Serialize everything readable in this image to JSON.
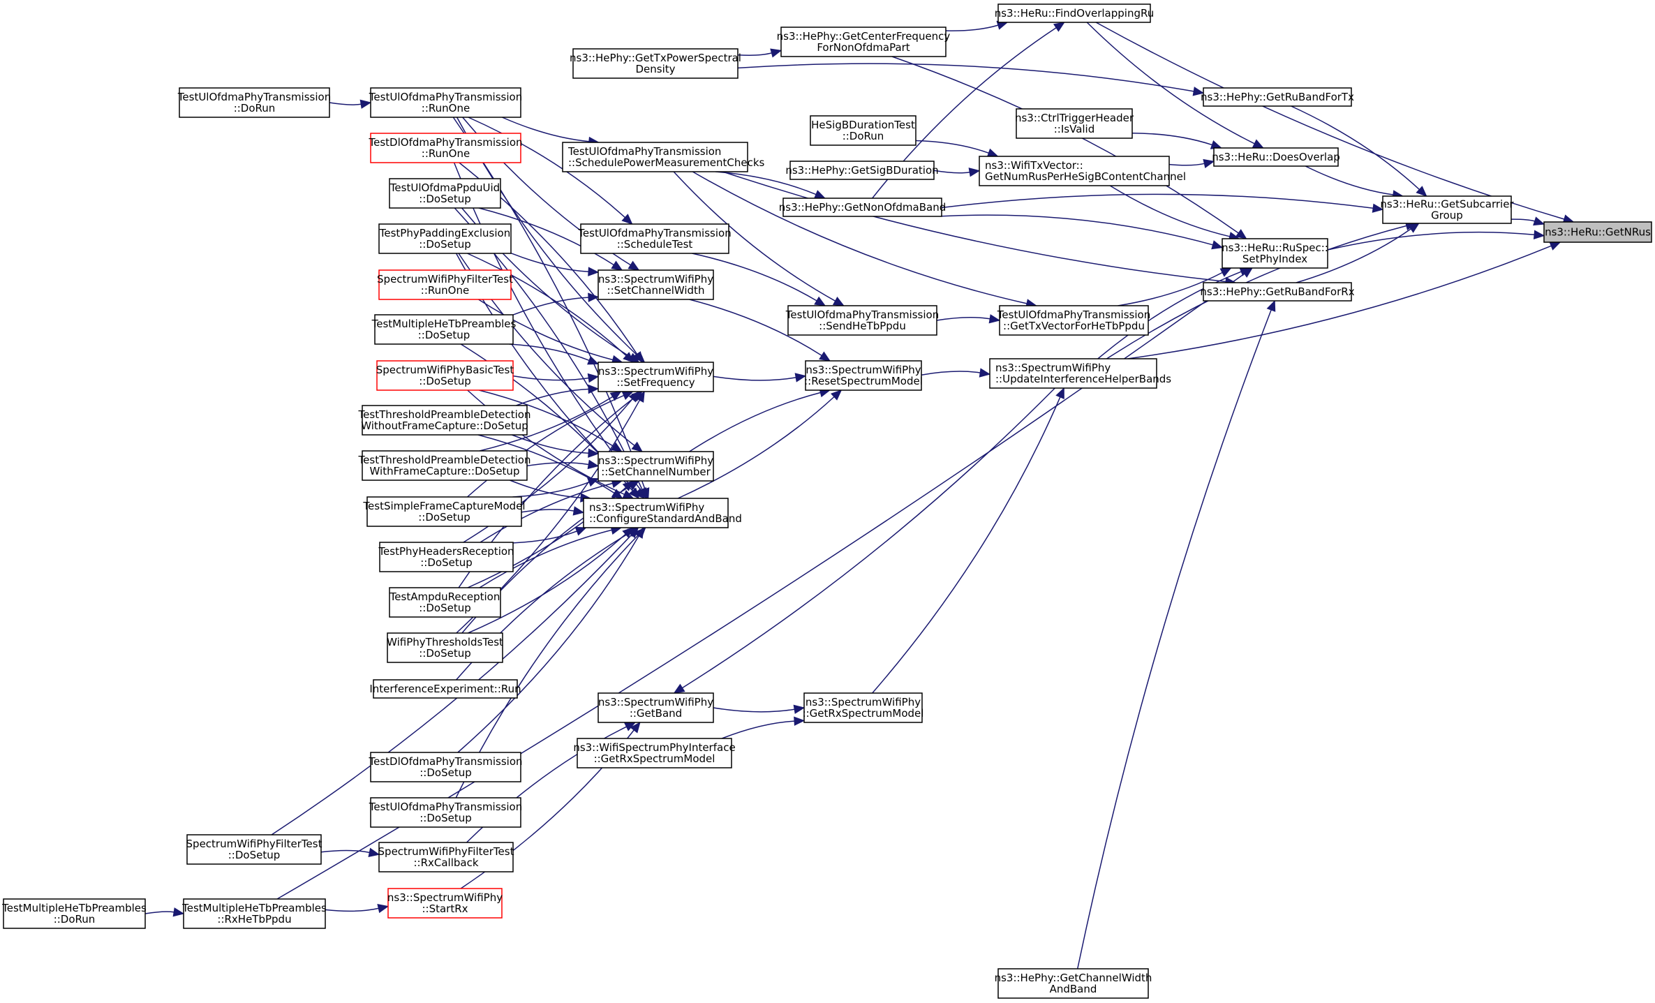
{
  "title": "Caller graph of ns3::HeRu::GetNRus",
  "colors": {
    "edge": "#191970",
    "root_fill": "#bfbfbf",
    "node_border": "#000000",
    "undocumented_border": "#ff0000"
  },
  "nodes": [
    {
      "id": "getnrus",
      "lines": [
        "ns3::HeRu::GetNRus"
      ],
      "style": "root"
    },
    {
      "id": "getsubcarriergroup",
      "lines": [
        "ns3::HeRu::GetSubcarrier",
        "Group"
      ],
      "style": "normal"
    },
    {
      "id": "findoverlappingru",
      "lines": [
        "ns3::HeRu::FindOverlappingRu"
      ],
      "style": "normal"
    },
    {
      "id": "getcenterfreq",
      "lines": [
        "ns3::HePhy::GetCenterFrequency",
        "ForNonOfdmaPart"
      ],
      "style": "normal"
    },
    {
      "id": "gettxpsd",
      "lines": [
        "ns3::HePhy::GetTxPowerSpectral",
        "Density"
      ],
      "style": "normal"
    },
    {
      "id": "getrubandfortx",
      "lines": [
        "ns3::HePhy::GetRuBandForTx"
      ],
      "style": "normal"
    },
    {
      "id": "ctrltrigger",
      "lines": [
        "ns3::CtrlTriggerHeader",
        "::IsValid"
      ],
      "style": "normal"
    },
    {
      "id": "doesoverlap",
      "lines": [
        "ns3::HeRu::DoesOverlap"
      ],
      "style": "normal"
    },
    {
      "id": "hesigbtest",
      "lines": [
        "HeSigBDurationTest",
        "::DoRun"
      ],
      "style": "normal"
    },
    {
      "id": "getsigbduration",
      "lines": [
        "ns3::HePhy::GetSigBDuration"
      ],
      "style": "normal"
    },
    {
      "id": "getnumrus",
      "lines": [
        "ns3::WifiTxVector::",
        "GetNumRusPerHeSigBContentChannel"
      ],
      "style": "normal",
      "align": "left"
    },
    {
      "id": "getnonofdmaband",
      "lines": [
        "ns3::HePhy::GetNonOfdmaBand"
      ],
      "style": "normal"
    },
    {
      "id": "setphyindex",
      "lines": [
        "ns3::HeRu::RuSpec::",
        "SetPhyIndex"
      ],
      "style": "normal"
    },
    {
      "id": "getrubandforrx",
      "lines": [
        "ns3::HePhy::GetRuBandForRx"
      ],
      "style": "normal"
    },
    {
      "id": "scheduletest",
      "lines": [
        "TestUlOfdmaPhyTransmission",
        "::ScheduleTest"
      ],
      "style": "normal"
    },
    {
      "id": "schedpower",
      "lines": [
        "TestUlOfdmaPhyTransmission",
        "::SchedulePowerMeasurementChecks"
      ],
      "style": "normal",
      "align": "left"
    },
    {
      "id": "sendhetbppdu",
      "lines": [
        "TestUlOfdmaPhyTransmission",
        "::SendHeTbPpdu"
      ],
      "style": "normal"
    },
    {
      "id": "gettxvector",
      "lines": [
        "TestUlOfdmaPhyTransmission",
        "::GetTxVectorForHeTbPpdu"
      ],
      "style": "normal"
    },
    {
      "id": "resetspectrum",
      "lines": [
        "ns3::SpectrumWifiPhy",
        "::ResetSpectrumModel"
      ],
      "style": "normal"
    },
    {
      "id": "updateinterference",
      "lines": [
        "ns3::SpectrumWifiPhy",
        "::UpdateInterferenceHelperBands"
      ],
      "style": "normal",
      "align": "left"
    },
    {
      "id": "setchannelwidth",
      "lines": [
        "ns3::SpectrumWifiPhy",
        "::SetChannelWidth"
      ],
      "style": "normal"
    },
    {
      "id": "setfrequency",
      "lines": [
        "ns3::SpectrumWifiPhy",
        "::SetFrequency"
      ],
      "style": "normal"
    },
    {
      "id": "setchannelnumber",
      "lines": [
        "ns3::SpectrumWifiPhy",
        "::SetChannelNumber"
      ],
      "style": "normal"
    },
    {
      "id": "configstdband",
      "lines": [
        "ns3::SpectrumWifiPhy",
        "::ConfigureStandardAndBand"
      ],
      "style": "normal",
      "align": "left"
    },
    {
      "id": "getband",
      "lines": [
        "ns3::SpectrumWifiPhy",
        "::GetBand"
      ],
      "style": "normal"
    },
    {
      "id": "getrxspectrum",
      "lines": [
        "ns3::SpectrumWifiPhy",
        "::GetRxSpectrumModel"
      ],
      "style": "normal"
    },
    {
      "id": "wsphyif",
      "lines": [
        "ns3::WifiSpectrumPhyInterface",
        "::GetRxSpectrumModel"
      ],
      "style": "normal"
    },
    {
      "id": "ul_dorun",
      "lines": [
        "TestUlOfdmaPhyTransmission",
        "::DoRun"
      ],
      "style": "normal"
    },
    {
      "id": "ul_runone",
      "lines": [
        "TestUlOfdmaPhyTransmission",
        "::RunOne"
      ],
      "style": "normal"
    },
    {
      "id": "dl_runone",
      "lines": [
        "TestDlOfdmaPhyTransmission",
        "::RunOne"
      ],
      "style": "red"
    },
    {
      "id": "ppduuid",
      "lines": [
        "TestUlOfdmaPpduUid",
        "::DoSetup"
      ],
      "style": "normal"
    },
    {
      "id": "padding",
      "lines": [
        "TestPhyPaddingExclusion",
        "::DoSetup"
      ],
      "style": "normal"
    },
    {
      "id": "filter_runone",
      "lines": [
        "SpectrumWifiPhyFilterTest",
        "::RunOne"
      ],
      "style": "red"
    },
    {
      "id": "multihetb_setup",
      "lines": [
        "TestMultipleHeTbPreambles",
        "::DoSetup"
      ],
      "style": "normal"
    },
    {
      "id": "basictest",
      "lines": [
        "SpectrumWifiPhyBasicTest",
        "::DoSetup"
      ],
      "style": "red"
    },
    {
      "id": "without_fc",
      "lines": [
        "TestThresholdPreambleDetection",
        "WithoutFrameCapture::DoSetup"
      ],
      "style": "normal"
    },
    {
      "id": "with_fc",
      "lines": [
        "TestThresholdPreambleDetection",
        "WithFrameCapture::DoSetup"
      ],
      "style": "normal"
    },
    {
      "id": "simplefc",
      "lines": [
        "TestSimpleFrameCaptureModel",
        "::DoSetup"
      ],
      "style": "normal"
    },
    {
      "id": "headers",
      "lines": [
        "TestPhyHeadersReception",
        "::DoSetup"
      ],
      "style": "normal"
    },
    {
      "id": "ampdu",
      "lines": [
        "TestAmpduReception",
        "::DoSetup"
      ],
      "style": "normal"
    },
    {
      "id": "thresholds",
      "lines": [
        "WifiPhyThresholdsTest",
        "::DoSetup"
      ],
      "style": "normal"
    },
    {
      "id": "interference",
      "lines": [
        "InterferenceExperiment::Run"
      ],
      "style": "normal"
    },
    {
      "id": "dl_dosetup",
      "lines": [
        "TestDlOfdmaPhyTransmission",
        "::DoSetup"
      ],
      "style": "normal"
    },
    {
      "id": "ul_dosetup",
      "lines": [
        "TestUlOfdmaPhyTransmission",
        "::DoSetup"
      ],
      "style": "normal"
    },
    {
      "id": "filter_dosetup",
      "lines": [
        "SpectrumWifiPhyFilterTest",
        "::DoSetup"
      ],
      "style": "normal"
    },
    {
      "id": "rxcallback",
      "lines": [
        "SpectrumWifiPhyFilterTest",
        "::RxCallback"
      ],
      "style": "normal"
    },
    {
      "id": "startrx",
      "lines": [
        "ns3::SpectrumWifiPhy",
        "::StartRx"
      ],
      "style": "red"
    },
    {
      "id": "multihetb_dorun",
      "lines": [
        "TestMultipleHeTbPreambles",
        "::DoRun"
      ],
      "style": "normal"
    },
    {
      "id": "rxhetbppdu",
      "lines": [
        "TestMultipleHeTbPreambles",
        "::RxHeTbPpdu"
      ],
      "style": "normal"
    },
    {
      "id": "getchwidthband",
      "lines": [
        "ns3::HePhy::GetChannelWidth",
        "AndBand"
      ],
      "style": "normal"
    }
  ],
  "edges": [
    [
      "getsubcarriergroup",
      "getnrus"
    ],
    [
      "findoverlappingru",
      "getnrus"
    ],
    [
      "setphyindex",
      "getnrus"
    ],
    [
      "updateinterference",
      "getnrus"
    ],
    [
      "getrubandfortx",
      "getsubcarriergroup"
    ],
    [
      "doesoverlap",
      "getsubcarriergroup"
    ],
    [
      "getnonofdmaband",
      "getsubcarriergroup"
    ],
    [
      "getrubandforrx",
      "getsubcarriergroup"
    ],
    [
      "updateinterference",
      "getsubcarriergroup"
    ],
    [
      "getcenterfreq",
      "findoverlappingru"
    ],
    [
      "getnonofdmaband",
      "findoverlappingru"
    ],
    [
      "gettxpsd",
      "getcenterfreq"
    ],
    [
      "gettxpsd",
      "getrubandfortx"
    ],
    [
      "findoverlappingru",
      "doesoverlap"
    ],
    [
      "ctrltrigger",
      "doesoverlap"
    ],
    [
      "getnumrus",
      "doesoverlap"
    ],
    [
      "hesigbtest",
      "getnumrus"
    ],
    [
      "getsigbduration",
      "getnumrus"
    ],
    [
      "getcenterfreq",
      "setphyindex"
    ],
    [
      "getnumrus",
      "setphyindex"
    ],
    [
      "getnonofdmaband",
      "setphyindex"
    ],
    [
      "gettxvector",
      "setphyindex"
    ],
    [
      "updateinterference",
      "setphyindex"
    ],
    [
      "rxhetbppdu",
      "setphyindex"
    ],
    [
      "schedpower",
      "getnonofdmaband"
    ],
    [
      "schedpower",
      "getrubandforrx"
    ],
    [
      "getchwidthband",
      "getrubandforrx"
    ],
    [
      "ul_runone",
      "schedpower"
    ],
    [
      "ul_runone",
      "scheduletest"
    ],
    [
      "ul_dorun",
      "ul_runone"
    ],
    [
      "scheduletest",
      "sendhetbppdu"
    ],
    [
      "schedpower",
      "sendhetbppdu"
    ],
    [
      "sendhetbppdu",
      "gettxvector"
    ],
    [
      "schedpower",
      "gettxvector"
    ],
    [
      "resetspectrum",
      "updateinterference"
    ],
    [
      "getrxspectrum",
      "updateinterference"
    ],
    [
      "setchannelwidth",
      "resetspectrum"
    ],
    [
      "setfrequency",
      "resetspectrum"
    ],
    [
      "setchannelnumber",
      "resetspectrum"
    ],
    [
      "configstdband",
      "resetspectrum"
    ],
    [
      "updateinterference",
      "getband"
    ],
    [
      "getband",
      "getrxspectrum"
    ],
    [
      "wsphyif",
      "getrxspectrum"
    ],
    [
      "ul_runone",
      "setchannelwidth"
    ],
    [
      "ppduuid",
      "setchannelwidth"
    ],
    [
      "padding",
      "setchannelwidth"
    ],
    [
      "multihetb_setup",
      "setchannelwidth"
    ],
    [
      "ul_runone",
      "setfrequency"
    ],
    [
      "dl_runone",
      "setfrequency"
    ],
    [
      "ppduuid",
      "setfrequency"
    ],
    [
      "padding",
      "setfrequency"
    ],
    [
      "filter_runone",
      "setfrequency"
    ],
    [
      "multihetb_setup",
      "setfrequency"
    ],
    [
      "basictest",
      "setfrequency"
    ],
    [
      "without_fc",
      "setfrequency"
    ],
    [
      "with_fc",
      "setfrequency"
    ],
    [
      "simplefc",
      "setfrequency"
    ],
    [
      "headers",
      "setfrequency"
    ],
    [
      "ampdu",
      "setfrequency"
    ],
    [
      "thresholds",
      "setfrequency"
    ],
    [
      "basictest",
      "setchannelnumber"
    ],
    [
      "without_fc",
      "setchannelnumber"
    ],
    [
      "with_fc",
      "setchannelnumber"
    ],
    [
      "simplefc",
      "setchannelnumber"
    ],
    [
      "headers",
      "setchannelnumber"
    ],
    [
      "ampdu",
      "setchannelnumber"
    ],
    [
      "thresholds",
      "setchannelnumber"
    ],
    [
      "padding",
      "setchannelnumber"
    ],
    [
      "ul_runone",
      "configstdband"
    ],
    [
      "dl_runone",
      "configstdband"
    ],
    [
      "ppduuid",
      "configstdband"
    ],
    [
      "padding",
      "configstdband"
    ],
    [
      "multihetb_setup",
      "configstdband"
    ],
    [
      "basictest",
      "configstdband"
    ],
    [
      "without_fc",
      "configstdband"
    ],
    [
      "with_fc",
      "configstdband"
    ],
    [
      "simplefc",
      "configstdband"
    ],
    [
      "headers",
      "configstdband"
    ],
    [
      "ampdu",
      "configstdband"
    ],
    [
      "thresholds",
      "configstdband"
    ],
    [
      "interference",
      "configstdband"
    ],
    [
      "dl_dosetup",
      "configstdband"
    ],
    [
      "ul_dosetup",
      "configstdband"
    ],
    [
      "filter_dosetup",
      "configstdband"
    ],
    [
      "rxcallback",
      "getband"
    ],
    [
      "startrx",
      "getband"
    ],
    [
      "filter_dosetup",
      "rxcallback"
    ],
    [
      "rxhetbppdu",
      "startrx"
    ],
    [
      "multihetb_dorun",
      "rxhetbppdu"
    ]
  ]
}
